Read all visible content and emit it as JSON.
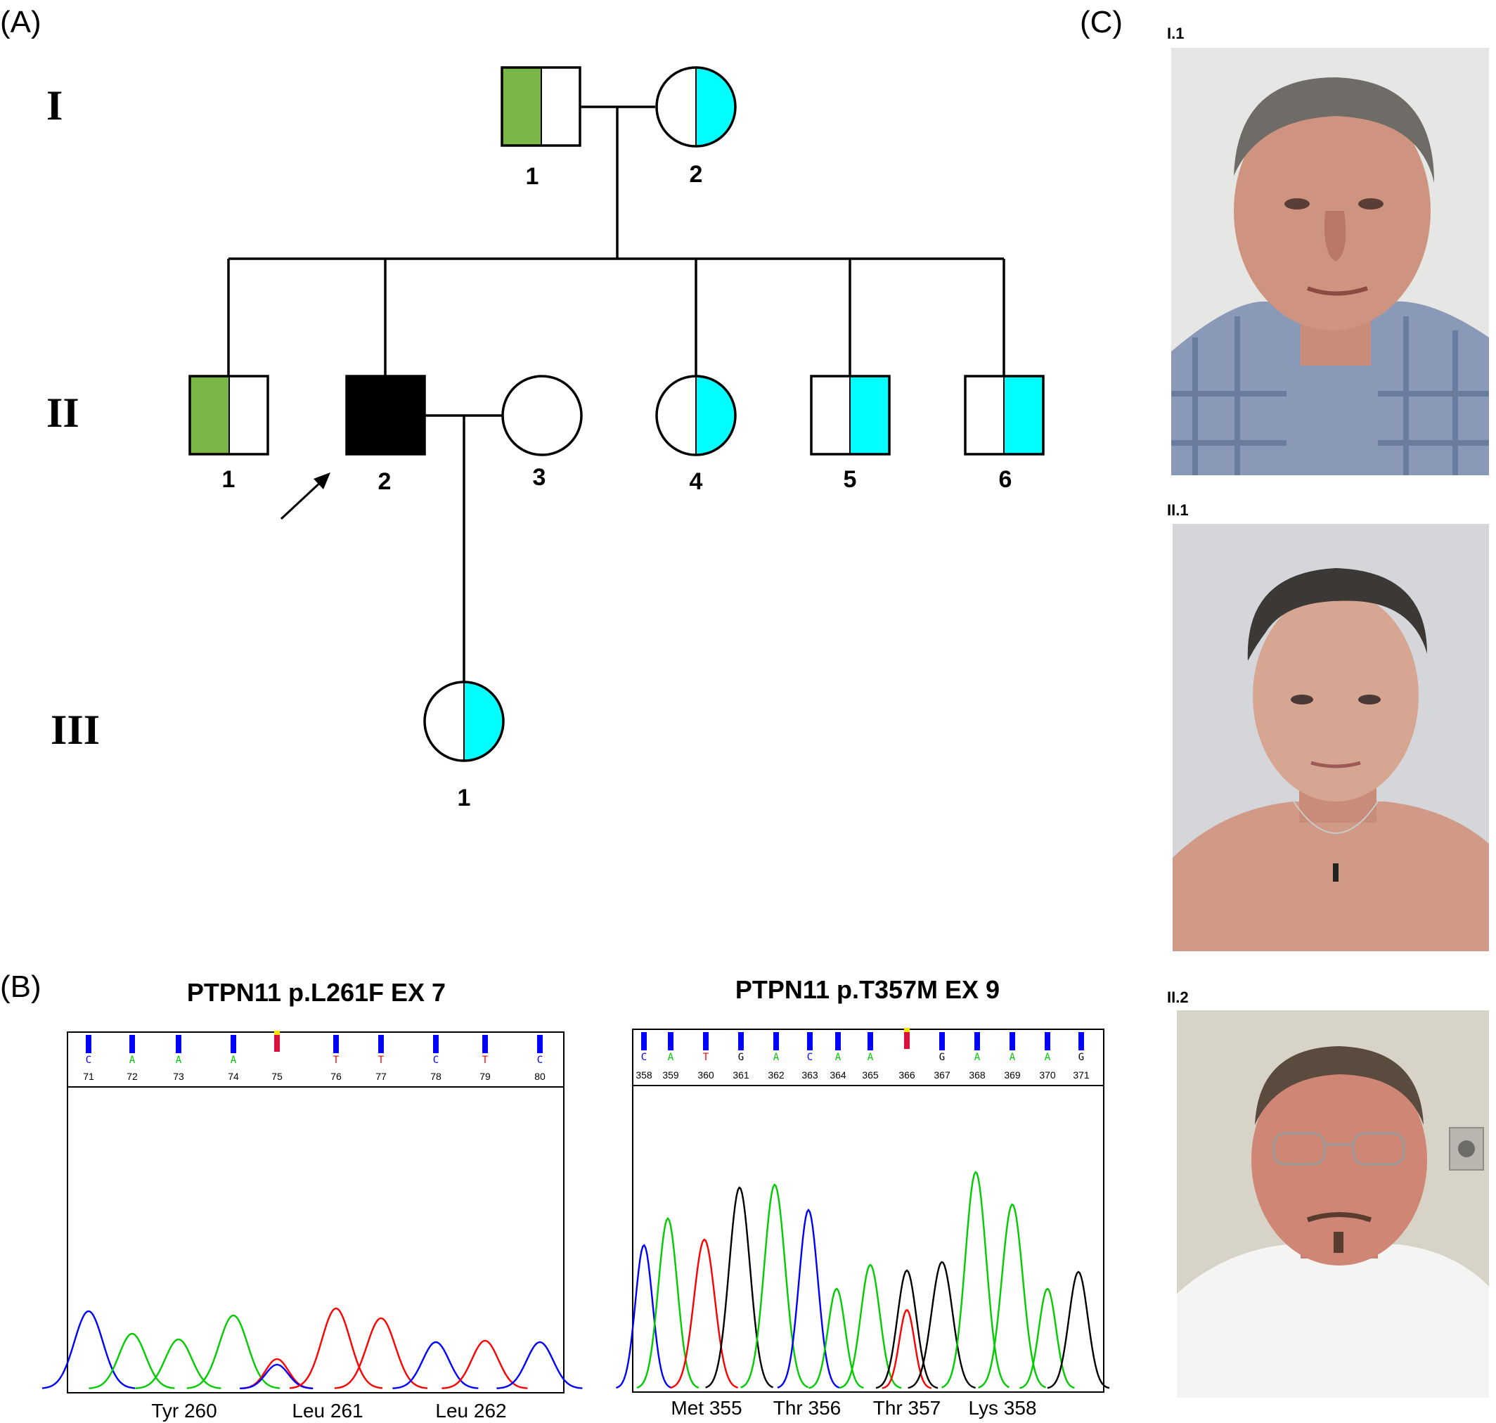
{
  "panels": {
    "a": "(A)",
    "b": "(B)",
    "c": "(C)"
  },
  "colors": {
    "green": "#7ab648",
    "cyan": "#00ffff",
    "black": "#000000",
    "A": "#00cc00",
    "C": "#0000ff",
    "G": "#000000",
    "T": "#ff0000"
  },
  "pedigree": {
    "generations": [
      "I",
      "II",
      "III"
    ],
    "individuals": [
      {
        "id": "I-1",
        "number": "1",
        "sex": "male",
        "fill": "green-left"
      },
      {
        "id": "I-2",
        "number": "2",
        "sex": "female",
        "fill": "cyan-right"
      },
      {
        "id": "II-1",
        "number": "1",
        "sex": "male",
        "fill": "green-left"
      },
      {
        "id": "II-2",
        "number": "2",
        "sex": "male",
        "fill": "full-black",
        "proband": true
      },
      {
        "id": "II-3",
        "number": "3",
        "sex": "female",
        "fill": "none"
      },
      {
        "id": "II-4",
        "number": "4",
        "sex": "female",
        "fill": "cyan-right"
      },
      {
        "id": "II-5",
        "number": "5",
        "sex": "male",
        "fill": "cyan-right"
      },
      {
        "id": "II-6",
        "number": "6",
        "sex": "male",
        "fill": "cyan-right"
      },
      {
        "id": "III-1",
        "number": "1",
        "sex": "female",
        "fill": "cyan-right"
      }
    ]
  },
  "chromatograms": [
    {
      "title": "PTPN11 p.L261F EX 7",
      "bases": [
        {
          "base": "C",
          "pos": "71"
        },
        {
          "base": "A",
          "pos": "72"
        },
        {
          "base": "A",
          "pos": "73"
        },
        {
          "base": "A",
          "pos": "74"
        },
        {
          "base": "",
          "pos": "75",
          "variant": true
        },
        {
          "base": "T",
          "pos": "76"
        },
        {
          "base": "T",
          "pos": "77"
        },
        {
          "base": "C",
          "pos": "78"
        },
        {
          "base": "T",
          "pos": "79"
        },
        {
          "base": "C",
          "pos": "80"
        }
      ],
      "codons": [
        "Tyr 260",
        "Leu 261",
        "Leu 262"
      ]
    },
    {
      "title": "PTPN11 p.T357M EX 9",
      "bases": [
        {
          "base": "C",
          "pos": "358"
        },
        {
          "base": "A",
          "pos": "359"
        },
        {
          "base": "T",
          "pos": "360"
        },
        {
          "base": "G",
          "pos": "361"
        },
        {
          "base": "A",
          "pos": "362"
        },
        {
          "base": "C",
          "pos": "363"
        },
        {
          "base": "A",
          "pos": "364"
        },
        {
          "base": "A",
          "pos": "365"
        },
        {
          "base": "",
          "pos": "366",
          "variant": true
        },
        {
          "base": "G",
          "pos": "367"
        },
        {
          "base": "A",
          "pos": "368"
        },
        {
          "base": "A",
          "pos": "369"
        },
        {
          "base": "A",
          "pos": "370"
        },
        {
          "base": "G",
          "pos": "371"
        }
      ],
      "codons": [
        "Met 355",
        "Thr 356",
        "Thr 357",
        "Lys 358"
      ]
    }
  ],
  "photos": [
    {
      "label": "I.1"
    },
    {
      "label": "II.1"
    },
    {
      "label": "II.2"
    }
  ]
}
